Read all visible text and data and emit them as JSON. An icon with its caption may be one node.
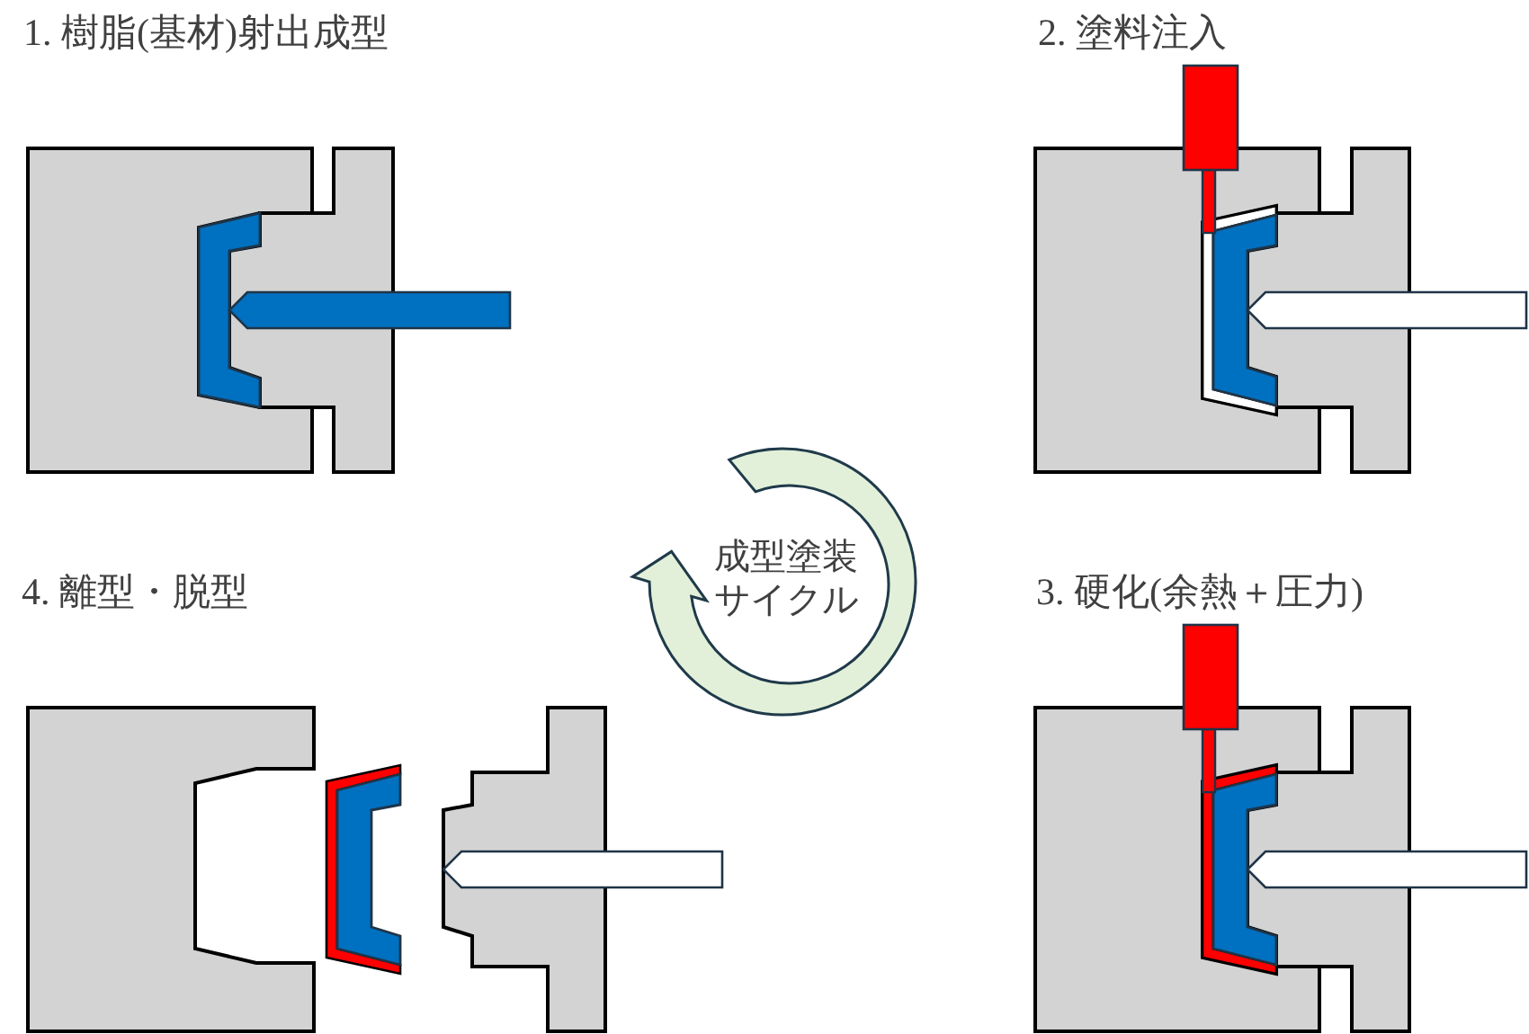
{
  "diagram": {
    "nodes": [
      {
        "text": [
          "成型塗装サイクル"
        ]
      }
    ],
    "labels": [
      "1. 樹脂(基材)射出成型",
      "2. 塗料注入",
      "4. 離型・脱型",
      "3. 硬化(余熱＋圧力)"
    ]
  }
}
